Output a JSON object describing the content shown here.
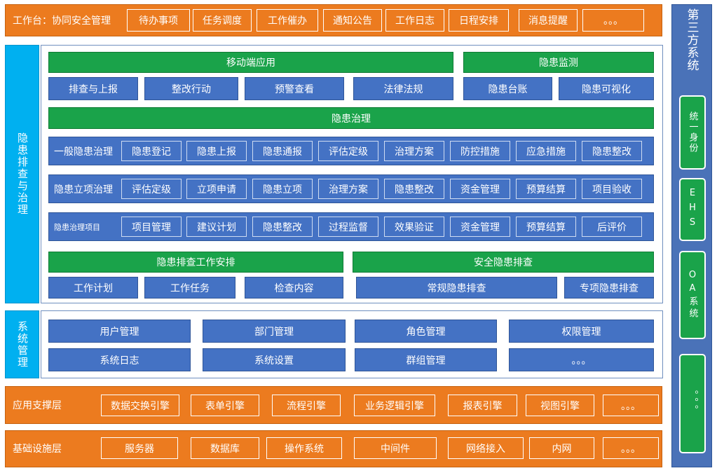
{
  "workbench": {
    "label": "工作台：协同安全管理",
    "items": [
      "待办事项",
      "任务调度",
      "工作催办",
      "通知公告",
      "工作日志",
      "日程安排",
      "消息提醒",
      "。。。"
    ]
  },
  "hazard": {
    "side_label": "隐患排查与治理",
    "mobile": {
      "title": "移动端应用",
      "items": [
        "排查与上报",
        "整改行动",
        "预警查看",
        "法律法规"
      ]
    },
    "monitor": {
      "title": "隐患监测",
      "items": [
        "隐患台账",
        "隐患可视化"
      ]
    },
    "governance": {
      "title": "隐患治理",
      "rows": [
        {
          "label": "一般隐患治理",
          "items": [
            "隐患登记",
            "隐患上报",
            "隐患通报",
            "评估定级",
            "治理方案",
            "防控措施",
            "应急措施",
            "隐患整改"
          ]
        },
        {
          "label": "隐患立项治理",
          "items": [
            "评估定级",
            "立项申请",
            "隐患立项",
            "治理方案",
            "隐患整改",
            "资金管理",
            "预算结算",
            "项目验收"
          ]
        },
        {
          "label": "隐患治理项目",
          "items": [
            "项目管理",
            "建议计划",
            "隐患整改",
            "过程监督",
            "效果验证",
            "资金管理",
            "预算结算",
            "后评价"
          ]
        }
      ]
    },
    "schedule": {
      "title": "隐患排查工作安排",
      "items": [
        "工作计划",
        "工作任务",
        "检查内容"
      ]
    },
    "safety": {
      "title": "安全隐患排查",
      "items": [
        "常规隐患排查",
        "专项隐患排查"
      ]
    }
  },
  "system": {
    "side_label": "系统管理",
    "items": [
      "用户管理",
      "部门管理",
      "角色管理",
      "权限管理",
      "系统日志",
      "系统设置",
      "群组管理",
      "。。。"
    ]
  },
  "support": {
    "label": "应用支撑层",
    "items": [
      "数据交换引擎",
      "表单引擎",
      "流程引擎",
      "业务逻辑引擎",
      "报表引擎",
      "视图引擎",
      "。。。"
    ]
  },
  "infra": {
    "label": "基础设施层",
    "items": [
      "服务器",
      "数据库",
      "操作系统",
      "中间件",
      "网络接入",
      "内网",
      "。。。"
    ]
  },
  "third_party": {
    "title": "第三方系统",
    "items": [
      "统一身份",
      "EHS",
      "OA系统",
      "。。。"
    ]
  },
  "colors": {
    "orange": "#ec7b1f",
    "blue": "#4472c4",
    "green": "#1aa34a",
    "cyan": "#00b0f0"
  }
}
